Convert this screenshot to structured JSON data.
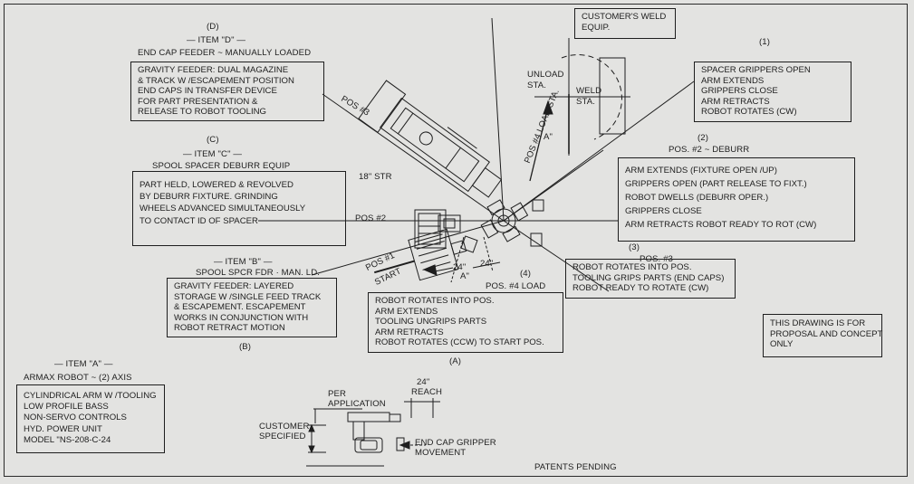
{
  "labels": {
    "item_d_letter": "(D)",
    "item_d_title": "— ITEM \"D\" —",
    "item_d_sub": "END CAP FEEDER ~ MANUALLY LOADED",
    "item_c_letter": "(C)",
    "item_c_title": "— ITEM \"C\" —",
    "item_c_sub": "SPOOL SPACER DEBURR EQUIP",
    "item_b_title": "— ITEM \"B\" —",
    "item_b_sub": "SPOOL SPCR FDR · MAN. LD.",
    "item_b_letter": "(B)",
    "item_a_title": "— ITEM \"A\" —",
    "item_a_sub": "ARMAX ROBOT ~ (2) AXIS",
    "pos1_num": "(1)",
    "pos2_num": "(2)",
    "pos2_title": "POS. #2 ~ DEBURR",
    "pos3_num": "(3)",
    "pos3_title": "POS. #3",
    "pos4_num": "(4)",
    "pos4_title": "POS. #4    LOAD",
    "a_letter": "(A)",
    "pos3_label": "POS #3",
    "pos2_label": "POS  #2",
    "pos1_label": "POS #1",
    "start_label": "START",
    "pos4_load_sta": "POS #4 LOAD STA.",
    "unload_sta": "UNLOAD STA.",
    "weld_sta": "WELD STA.",
    "str18": "18\" STR",
    "dim24a": "24\"",
    "dim24b": "24\"",
    "a_marker1": "A\"",
    "a_marker2": "A\"",
    "reach_24": "24\"",
    "reach_word": "REACH",
    "per_application": "PER APPLICATION",
    "customer_specified": "CUSTOMER SPECIFIED",
    "end_cap_gripper": "END CAP GRIPPER MOVEMENT",
    "patents": "PATENTS PENDING"
  },
  "boxes": {
    "customer_weld": [
      "CUSTOMER'S WELD",
      "EQUIP."
    ],
    "item_d": [
      "GRAVITY FEEDER: DUAL MAGAZINE",
      "& TRACK W /ESCAPEMENT POSITION",
      "END CAPS IN TRANSFER DEVICE",
      "FOR PART PRESENTATION &",
      "RELEASE TO ROBOT TOOLING"
    ],
    "item_c": [
      "PART HELD, LOWERED & REVOLVED",
      "BY DEBURR FIXTURE. GRINDING",
      "WHEELS ADVANCED SIMULTANEOUSLY",
      "TO CONTACT ID OF SPACER"
    ],
    "item_b": [
      "GRAVITY FEEDER: LAYERED",
      "STORAGE W /SINGLE FEED TRACK",
      "& ESCAPEMENT. ESCAPEMENT",
      "WORKS IN CONJUNCTION WITH",
      "ROBOT RETRACT MOTION"
    ],
    "item_a": [
      "CYLINDRICAL ARM W /TOOLING",
      "LOW PROFILE BASS",
      "NON-SERVO CONTROLS",
      "HYD. POWER UNIT",
      "MODEL \"NS-208-C-24"
    ],
    "pos1": [
      "SPACER GRIPPERS OPEN",
      "ARM EXTENDS",
      "GRIPPERS CLOSE",
      "ARM RETRACTS",
      "ROBOT ROTATES (CW)"
    ],
    "pos2": [
      "ARM EXTENDS (FIXTURE OPEN /UP)",
      "GRIPPERS OPEN (PART RELEASE TO FIXT.)",
      "ROBOT DWELLS (DEBURR OPER.)",
      "GRIPPERS CLOSE",
      "ARM RETRACTS      ROBOT READY TO ROT (CW)"
    ],
    "pos3": [
      "ROBOT ROTATES INTO POS.",
      "TOOLING GRIPS PARTS (END CAPS)",
      "ROBOT READY TO ROTATE (CW)"
    ],
    "pos4": [
      "ROBOT ROTATES INTO POS.",
      "ARM EXTENDS",
      "TOOLING UNGRIPS PARTS",
      "ARM RETRACTS",
      "ROBOT ROTATES (CCW) TO START POS."
    ],
    "note": [
      "THIS DRAWING IS FOR",
      "PROPOSAL AND CONCEPT",
      "ONLY"
    ]
  }
}
